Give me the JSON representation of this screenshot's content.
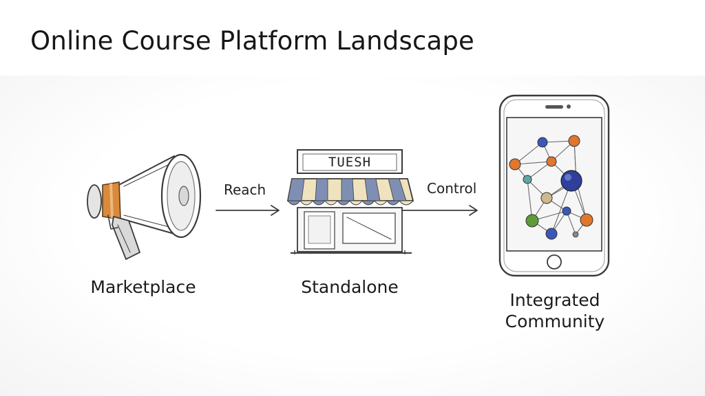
{
  "title": "Online Course Platform Landscape",
  "nodes": [
    {
      "id": "marketplace",
      "label": "Marketplace",
      "icon": "megaphone-icon"
    },
    {
      "id": "standalone",
      "label": "Standalone",
      "icon": "storefront-icon",
      "sign_text": "TUESH"
    },
    {
      "id": "integrated",
      "label_line1": "Integrated",
      "label_line2": "Community",
      "icon": "phone-network-icon"
    }
  ],
  "arrows": [
    {
      "from": "marketplace",
      "to": "standalone",
      "label": "Reach"
    },
    {
      "from": "standalone",
      "to": "integrated",
      "label": "Control"
    }
  ],
  "colors": {
    "megaphone_band": "#d98a3c",
    "awning_blue": "#7f8fb3",
    "awning_cream": "#efe3bf",
    "node_blue": "#3b57b8",
    "node_orange": "#e0772e",
    "node_green": "#5c9a3a",
    "node_teal": "#5fa7a0",
    "node_beige": "#cdb98c",
    "node_big": "#2e3f9c"
  }
}
